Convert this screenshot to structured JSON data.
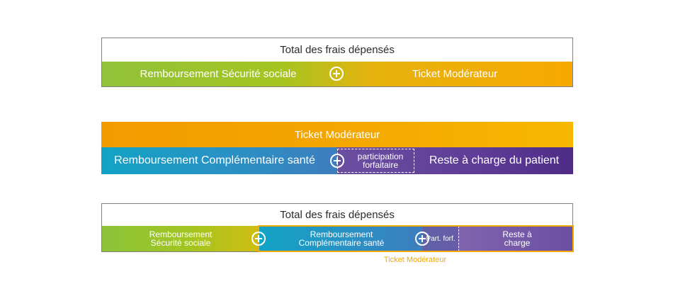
{
  "diagram1": {
    "header": "Total des frais dépensés",
    "left": "Remboursement Sécurité sociale",
    "right": "Ticket Modérateur"
  },
  "diagram2": {
    "header": "Ticket Modérateur",
    "left": "Remboursement Complémentaire santé",
    "middle": "participation forfaitaire",
    "right": "Reste à charge du patient"
  },
  "diagram3": {
    "header": "Total des frais dépensés",
    "seg1": "Remboursement Sécurité sociale",
    "seg2": "Remboursement Complémentaire santé",
    "seg3": "Part. forf.",
    "seg4": "Reste à charge",
    "bracket_label": "Ticket Modérateur"
  },
  "colors": {
    "green": "#8cc33a",
    "orange": "#f4a800",
    "blue": "#1aa0c6",
    "purple": "#5e3c97"
  }
}
